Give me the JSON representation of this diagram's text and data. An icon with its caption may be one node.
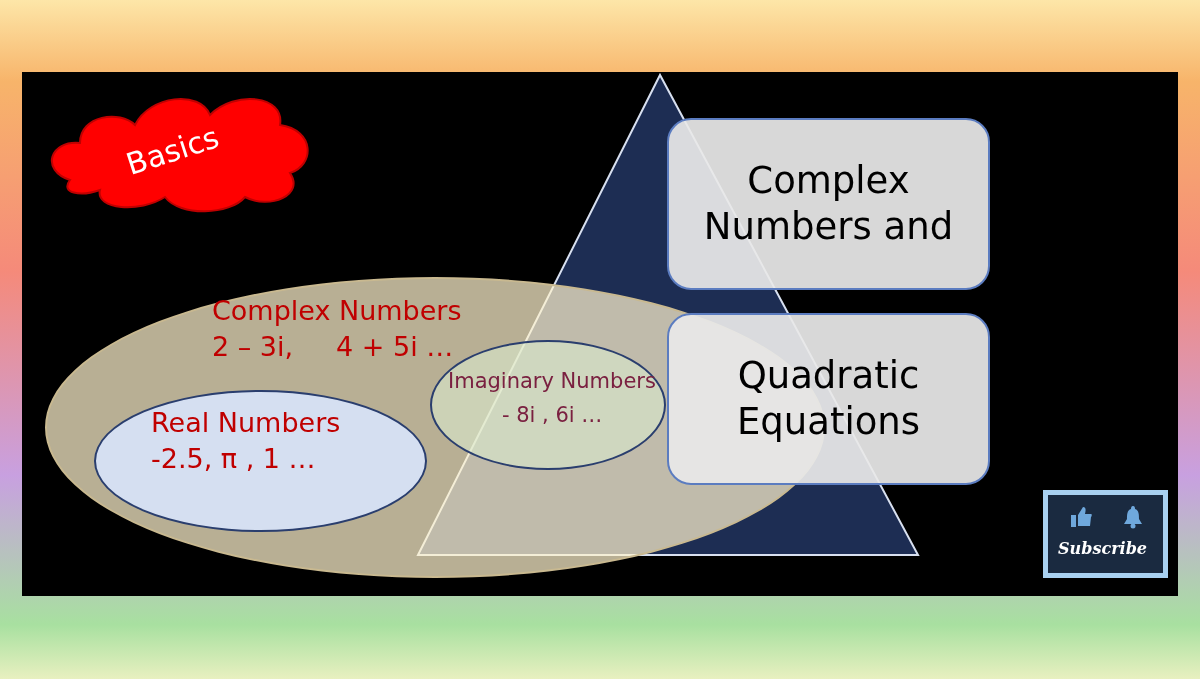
{
  "diagram": {
    "nodes": [
      {
        "text": [
          "Basics"
        ]
      },
      {
        "text": [
          "Complex Numbers",
          "2 – 3i,     4 + 5i …"
        ]
      },
      {
        "text": [
          "Real Numbers",
          "-2.5, π , 1 …"
        ],
        "in": 1
      },
      {
        "text": [
          "Imaginary Numbers",
          "- 8i , 6i …"
        ],
        "in": 1
      },
      {
        "text": [
          "Complex Numbers and"
        ]
      },
      {
        "text": [
          "Quadratic Equations"
        ]
      },
      {
        "text": [
          "Subscribe"
        ]
      }
    ],
    "edges": []
  }
}
